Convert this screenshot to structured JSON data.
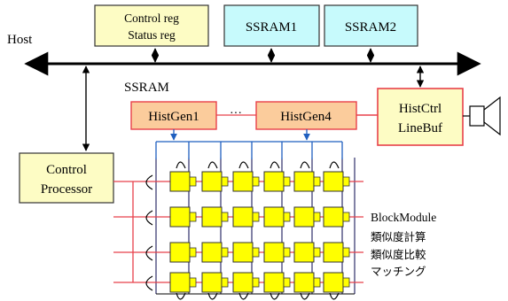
{
  "host_label": "Host",
  "bus_label": "SSRAM",
  "control_reg": {
    "line1": "Control reg",
    "line2": "Status reg"
  },
  "ssram1": "SSRAM1",
  "ssram2": "SSRAM2",
  "histgen1": "HistGen1",
  "histgen_ellipsis": "···",
  "histgen4": "HistGen4",
  "histctrl": {
    "line1": "HistCtrl",
    "line2": "LineBuf"
  },
  "control_processor": {
    "line1": "Control",
    "line2": "Processor"
  },
  "block_module": {
    "title": "BlockModule",
    "func1": "類似度計算",
    "func2": "類似度比較",
    "func3": "マッチング"
  },
  "array": {
    "rows": 4,
    "cols": 6
  },
  "colors": {
    "yellow_box": "#fdfcc4",
    "cyan_box": "#c7fafc",
    "orange_box": "#fbcc9c",
    "cell_yellow": "#ffff00",
    "red_line": "#e8404a",
    "blue_line": "#1f5fbf",
    "navy_line": "#1c1c5c"
  }
}
